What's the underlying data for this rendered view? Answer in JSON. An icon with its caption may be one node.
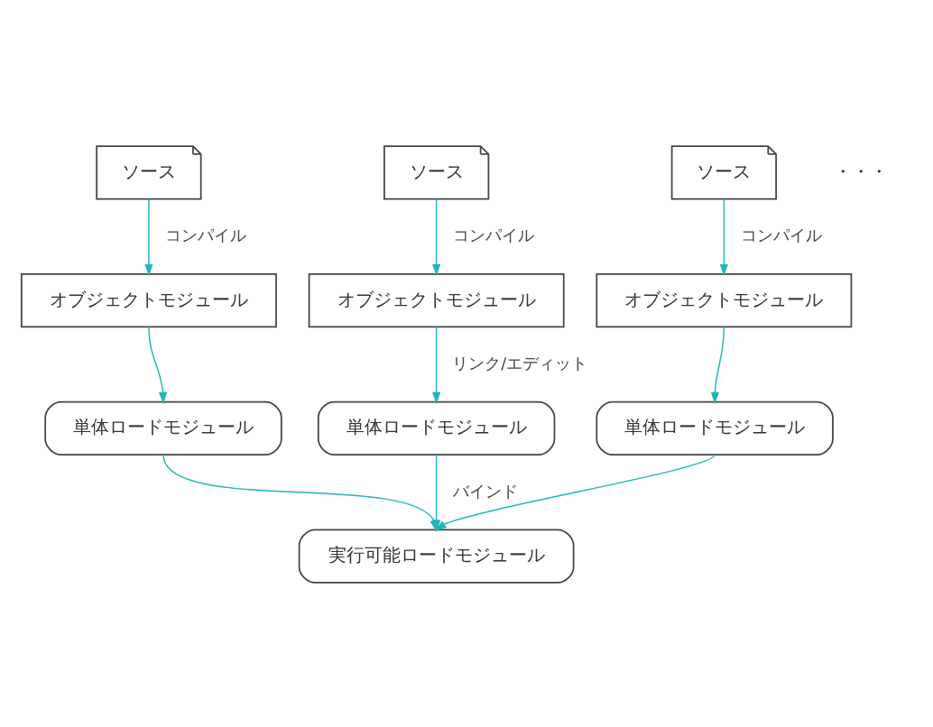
{
  "diagram": {
    "nodes": [
      {
        "text": [
          "ソース"
        ]
      },
      {
        "text": [
          "ソース"
        ]
      },
      {
        "text": [
          "ソース"
        ]
      },
      {
        "text": [
          "オブジェクトモジュール"
        ]
      },
      {
        "text": [
          "オブジェクトモジュール"
        ]
      },
      {
        "text": [
          "オブジェクトモジュール"
        ]
      },
      {
        "text": [
          "単体ロードモジュール"
        ]
      },
      {
        "text": [
          "単体ロードモジュール"
        ]
      },
      {
        "text": [
          "単体ロードモジュール"
        ]
      },
      {
        "text": [
          "実行可能ロードモジュール"
        ]
      }
    ],
    "edges": [
      {
        "from": 0,
        "to": 3,
        "arrow": "to",
        "label": "コンパイル"
      },
      {
        "from": 1,
        "to": 4,
        "arrow": "to",
        "label": "コンパイル"
      },
      {
        "from": 2,
        "to": 5,
        "arrow": "to",
        "label": "コンパイル"
      },
      {
        "from": 3,
        "to": 6,
        "arrow": "to"
      },
      {
        "from": 4,
        "to": 7,
        "arrow": "to",
        "label": "リンク/エディット"
      },
      {
        "from": 5,
        "to": 8,
        "arrow": "to"
      },
      {
        "from": 6,
        "to": 9,
        "arrow": "to"
      },
      {
        "from": 7,
        "to": 9,
        "arrow": "to",
        "label": "バインド"
      },
      {
        "from": 8,
        "to": 9,
        "arrow": "to"
      }
    ],
    "labels": [
      "・・・"
    ]
  }
}
